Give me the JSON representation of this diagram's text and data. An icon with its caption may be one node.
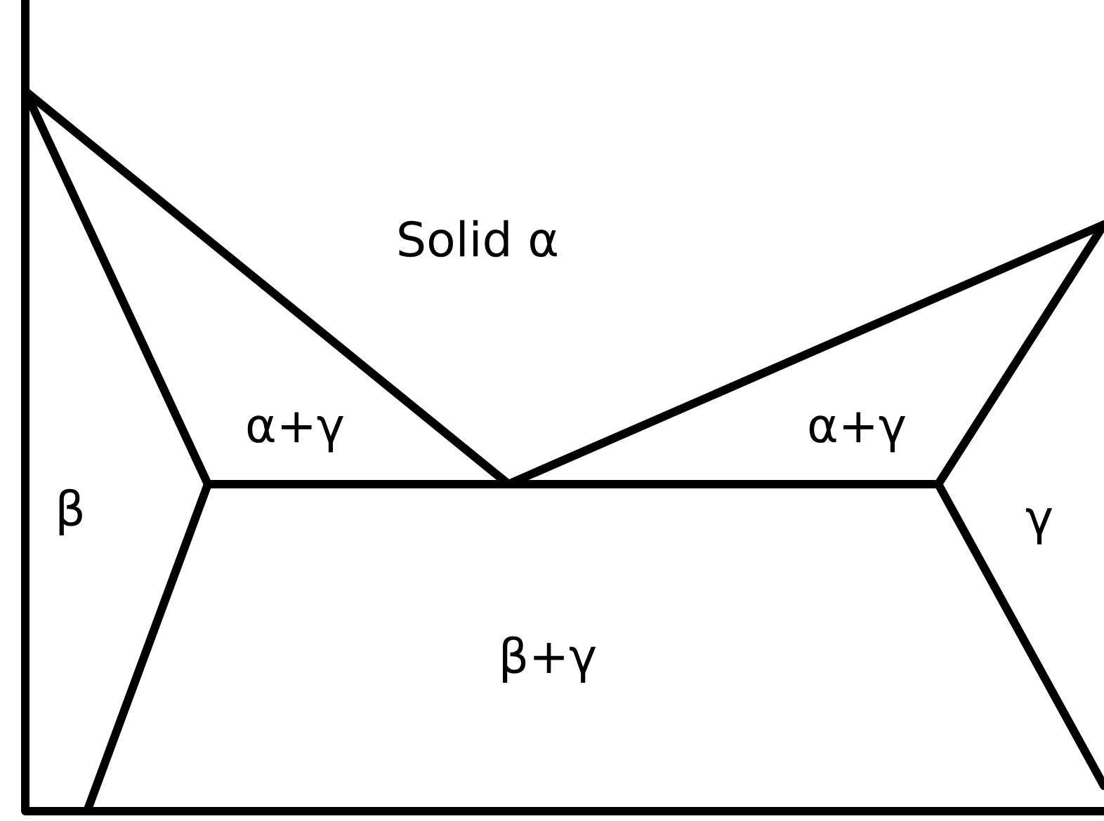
{
  "diagram": {
    "labels": [
      "Solid α",
      "α+γ",
      "α+γ",
      "β",
      "γ",
      "β+γ"
    ]
  }
}
